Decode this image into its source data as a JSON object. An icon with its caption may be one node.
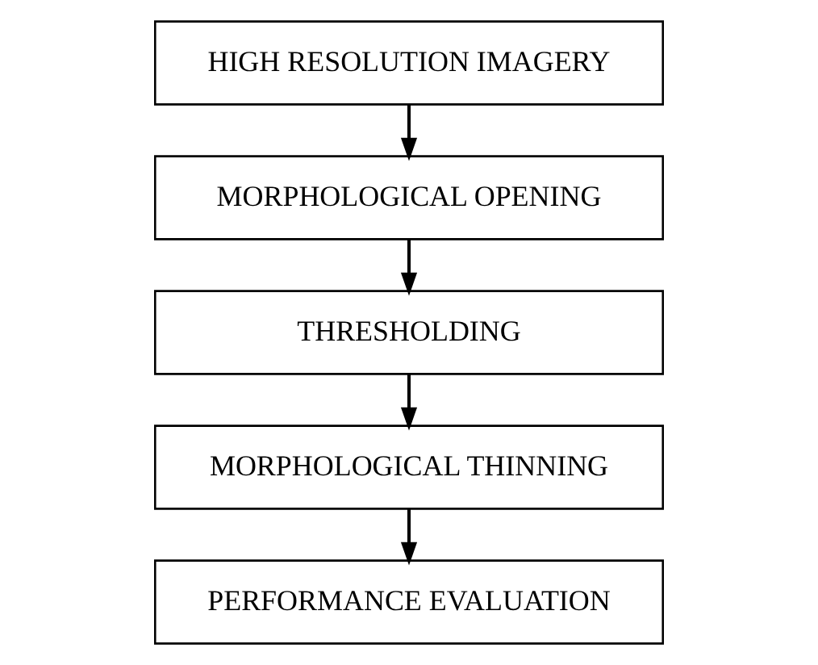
{
  "diagram": {
    "nodes": [
      {
        "text": [
          "HIGH RESOLUTION IMAGERY"
        ]
      },
      {
        "text": [
          "MORPHOLOGICAL OPENING"
        ]
      },
      {
        "text": [
          "THRESHOLDING"
        ]
      },
      {
        "text": [
          "MORPHOLOGICAL THINNING"
        ]
      },
      {
        "text": [
          "PERFORMANCE EVALUATION"
        ]
      }
    ],
    "edges": [
      {
        "from": 0,
        "to": 1,
        "arrow": "to"
      },
      {
        "from": 1,
        "to": 2,
        "arrow": "to"
      },
      {
        "from": 2,
        "to": 3,
        "arrow": "to"
      },
      {
        "from": 3,
        "to": 4,
        "arrow": "to"
      }
    ]
  }
}
